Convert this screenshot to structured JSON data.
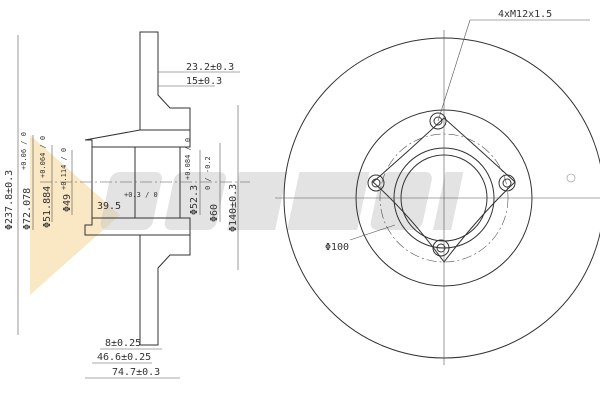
{
  "watermark": {
    "brand": "BREMSI",
    "registered": "®",
    "accent_color": "#f5c97a"
  },
  "dimensions": {
    "thread": "4xM12x1.5",
    "d_outer": "Φ237.8±0.3",
    "d_72": "Φ72.078",
    "d_72_tol": "+0.06 / 0",
    "d_51": "Φ51.884",
    "d_51_tol": "+0.064 / 0",
    "d_49": "Φ49",
    "d_49_tol": "+0.114 / 0",
    "depth_39": "39.5",
    "depth_39_tol": "+0.3 / 0",
    "d_52": "Φ52.3",
    "d_52_tol": "+0.084 / 0",
    "d_60": "Φ60",
    "d_60_tol": "0 / -0.2",
    "d_140": "Φ140±0.3",
    "w_23": "23.2±0.3",
    "w_15": "15±0.3",
    "w_8": "8±0.25",
    "w_46": "46.6±0.25",
    "w_74": "74.7±0.3",
    "pcd": "Φ100"
  }
}
